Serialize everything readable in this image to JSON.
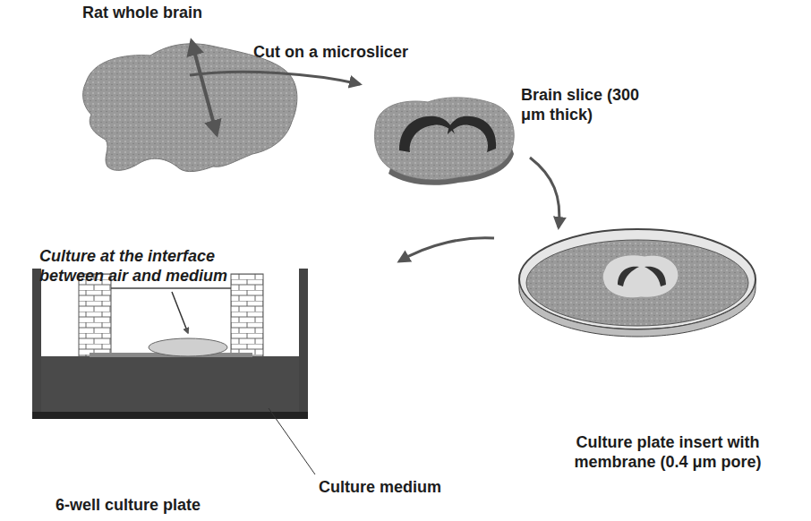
{
  "diagram": {
    "labels": [
      "Rat whole brain",
      "Cut on a microslicer",
      "Brain slice (300 μm thick)",
      "Culture at the interface between air and medium",
      "Culture plate insert with membrane (0.4 μm pore)",
      "Culture medium",
      "6-well culture plate"
    ]
  }
}
